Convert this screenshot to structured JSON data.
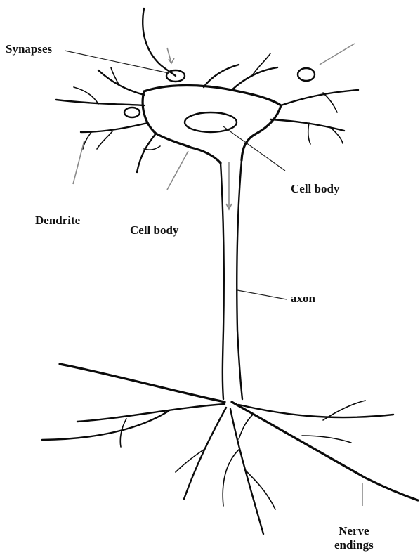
{
  "labels": {
    "synapses": "Synapses",
    "cell_body_right": "Cell body",
    "dendrite": "Dendrite",
    "cell_body_left": "Cell body",
    "axon": "axon",
    "nerve_endings_line1": "Nerve",
    "nerve_endings_line2": "endings"
  }
}
